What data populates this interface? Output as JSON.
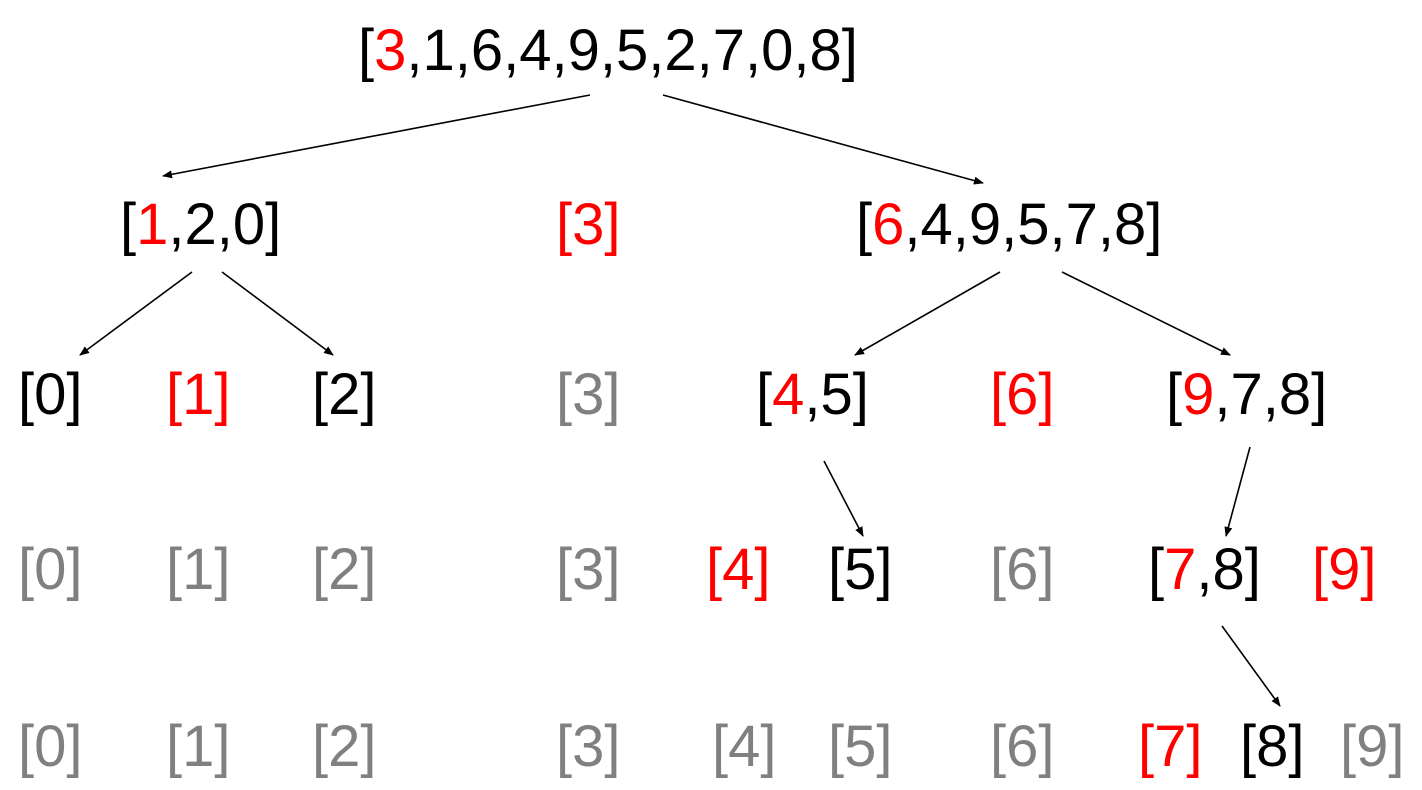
{
  "colors": {
    "black": "#000000",
    "red": "#ff0000",
    "gray": "#808080"
  },
  "nodes": [
    {
      "id": "root",
      "tokens": [
        [
          "[",
          "black"
        ],
        [
          "3",
          "red"
        ],
        [
          ",1,6,4,9,5,2,7,0,8]",
          "black"
        ]
      ]
    },
    {
      "id": "l1-a",
      "tokens": [
        [
          "[",
          "black"
        ],
        [
          "1",
          "red"
        ],
        [
          ",2,0]",
          "black"
        ]
      ]
    },
    {
      "id": "l1-b",
      "tokens": [
        [
          "[3]",
          "red"
        ]
      ]
    },
    {
      "id": "l1-c",
      "tokens": [
        [
          "[",
          "black"
        ],
        [
          "6",
          "red"
        ],
        [
          ",4,9,5,7,8]",
          "black"
        ]
      ]
    },
    {
      "id": "l2-0",
      "tokens": [
        [
          "[0]",
          "black"
        ]
      ]
    },
    {
      "id": "l2-1",
      "tokens": [
        [
          "[1]",
          "red"
        ]
      ]
    },
    {
      "id": "l2-2",
      "tokens": [
        [
          "[2]",
          "black"
        ]
      ]
    },
    {
      "id": "l2-3",
      "tokens": [
        [
          "[3]",
          "gray"
        ]
      ]
    },
    {
      "id": "l2-45",
      "tokens": [
        [
          "[",
          "black"
        ],
        [
          "4",
          "red"
        ],
        [
          ",5]",
          "black"
        ]
      ]
    },
    {
      "id": "l2-6",
      "tokens": [
        [
          "[6]",
          "red"
        ]
      ]
    },
    {
      "id": "l2-978",
      "tokens": [
        [
          "[",
          "black"
        ],
        [
          "9",
          "red"
        ],
        [
          ",7,8]",
          "black"
        ]
      ]
    },
    {
      "id": "l3-0",
      "tokens": [
        [
          "[0]",
          "gray"
        ]
      ]
    },
    {
      "id": "l3-1",
      "tokens": [
        [
          "[1]",
          "gray"
        ]
      ]
    },
    {
      "id": "l3-2",
      "tokens": [
        [
          "[2]",
          "gray"
        ]
      ]
    },
    {
      "id": "l3-3",
      "tokens": [
        [
          "[3]",
          "gray"
        ]
      ]
    },
    {
      "id": "l3-4",
      "tokens": [
        [
          "[4]",
          "red"
        ]
      ]
    },
    {
      "id": "l3-5",
      "tokens": [
        [
          "[5]",
          "black"
        ]
      ]
    },
    {
      "id": "l3-6",
      "tokens": [
        [
          "[6]",
          "gray"
        ]
      ]
    },
    {
      "id": "l3-78",
      "tokens": [
        [
          "[",
          "black"
        ],
        [
          "7",
          "red"
        ],
        [
          ",8]",
          "black"
        ]
      ]
    },
    {
      "id": "l3-9",
      "tokens": [
        [
          "[9]",
          "red"
        ]
      ]
    },
    {
      "id": "l4-0",
      "tokens": [
        [
          "[0]",
          "gray"
        ]
      ]
    },
    {
      "id": "l4-1",
      "tokens": [
        [
          "[1]",
          "gray"
        ]
      ]
    },
    {
      "id": "l4-2",
      "tokens": [
        [
          "[2]",
          "gray"
        ]
      ]
    },
    {
      "id": "l4-3",
      "tokens": [
        [
          "[3]",
          "gray"
        ]
      ]
    },
    {
      "id": "l4-4",
      "tokens": [
        [
          "[4]",
          "gray"
        ]
      ]
    },
    {
      "id": "l4-5",
      "tokens": [
        [
          "[5]",
          "gray"
        ]
      ]
    },
    {
      "id": "l4-6",
      "tokens": [
        [
          "[6]",
          "gray"
        ]
      ]
    },
    {
      "id": "l4-7",
      "tokens": [
        [
          "[7]",
          "red"
        ]
      ]
    },
    {
      "id": "l4-8",
      "tokens": [
        [
          "[8]",
          "black"
        ]
      ]
    },
    {
      "id": "l4-9",
      "tokens": [
        [
          "[9]",
          "gray"
        ]
      ]
    }
  ],
  "edges": [
    {
      "from": "root",
      "to": "l1-a"
    },
    {
      "from": "root",
      "to": "l1-c"
    },
    {
      "from": "l1-a",
      "to": "l2-0"
    },
    {
      "from": "l1-a",
      "to": "l2-2"
    },
    {
      "from": "l1-c",
      "to": "l2-45"
    },
    {
      "from": "l1-c",
      "to": "l2-978"
    },
    {
      "from": "l2-45",
      "to": "l3-5"
    },
    {
      "from": "l2-978",
      "to": "l3-78"
    },
    {
      "from": "l3-78",
      "to": "l4-8"
    }
  ]
}
